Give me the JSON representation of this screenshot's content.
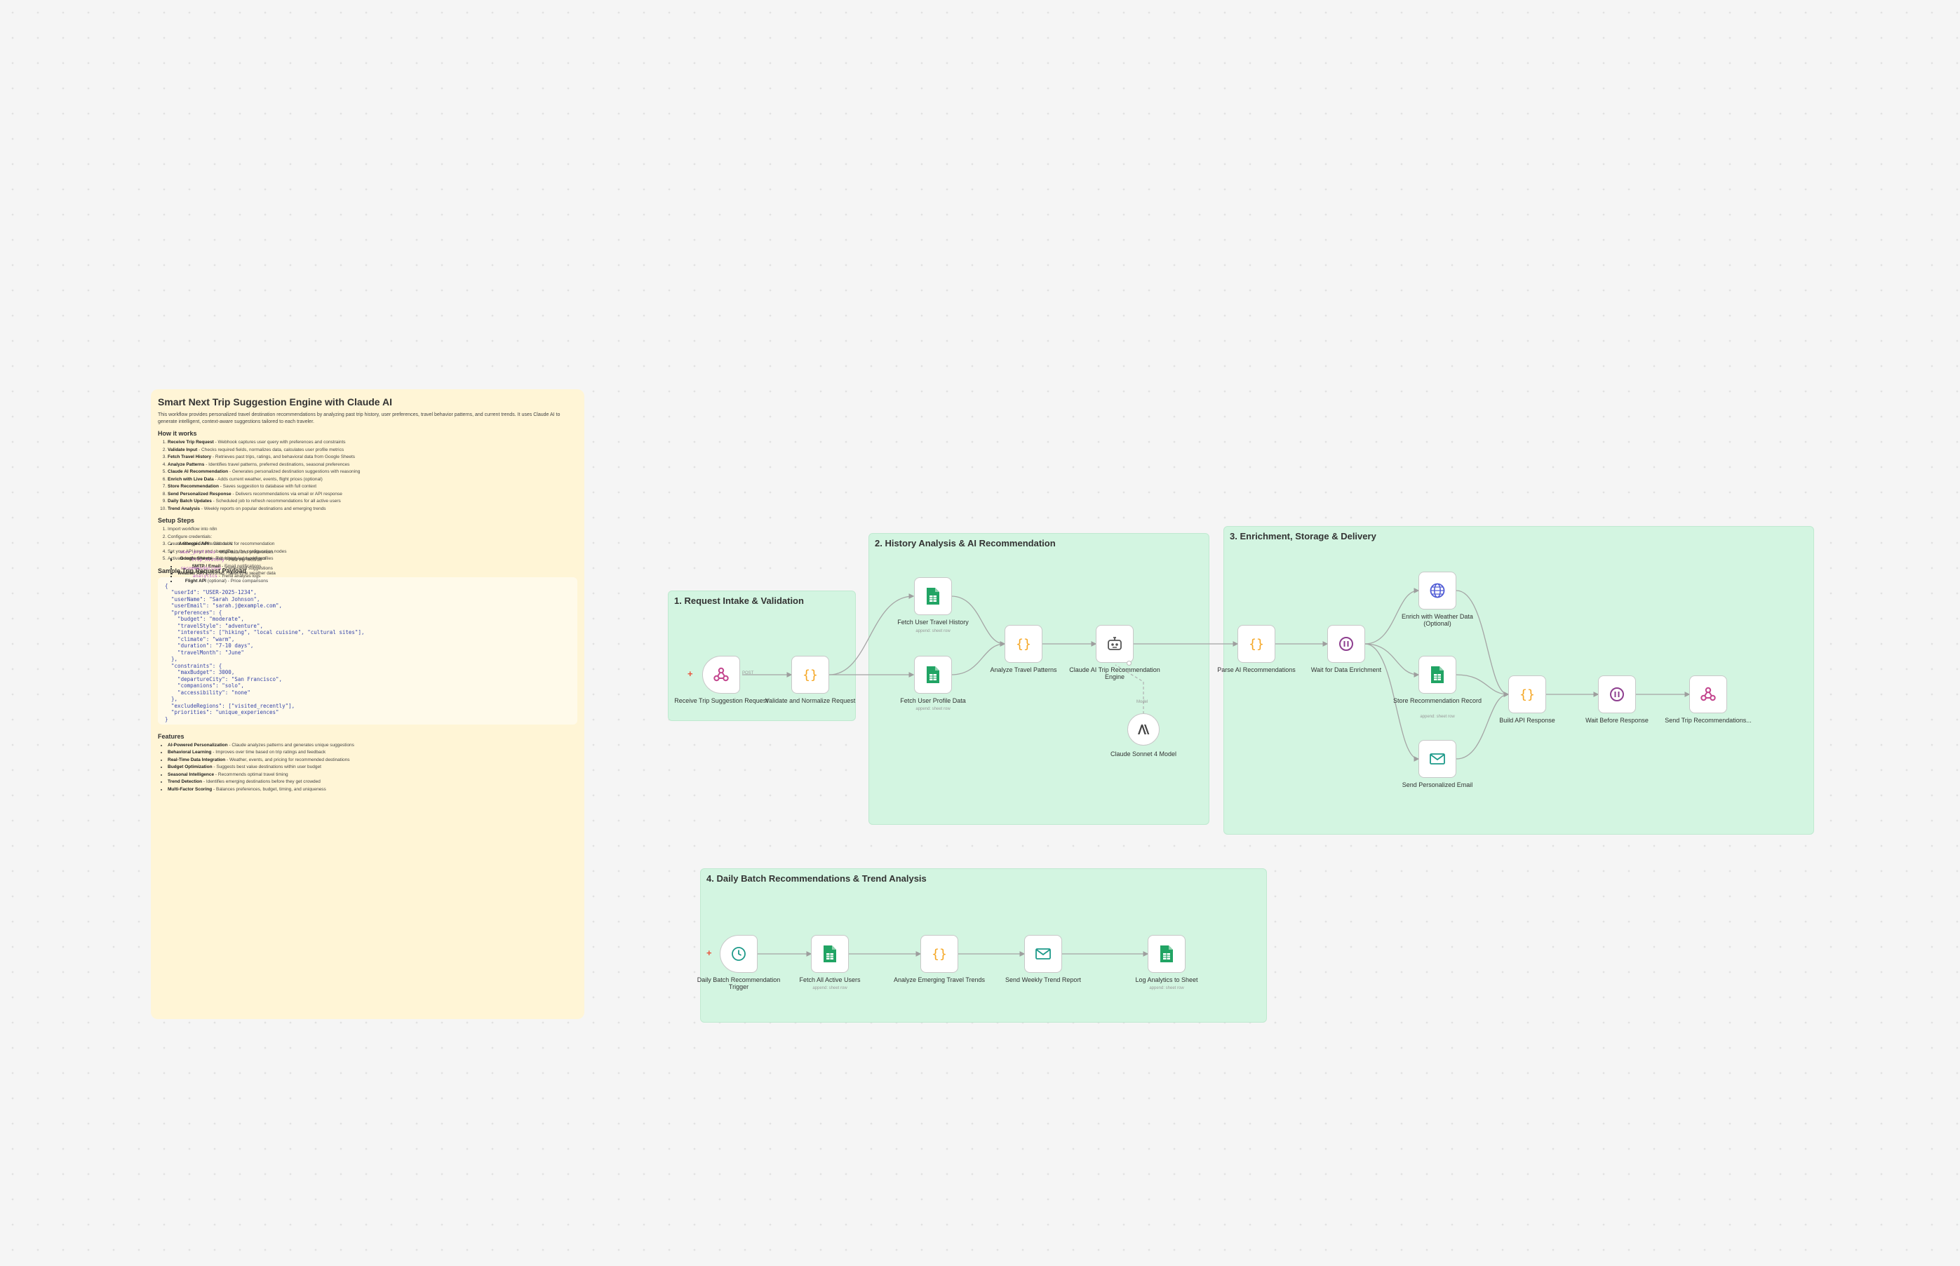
{
  "note": {
    "title": "Smart Next Trip Suggestion Engine with Claude AI",
    "intro": "This workflow provides personalized travel destination recommendations by analyzing past trip history, user preferences, travel behavior patterns, and current trends. It uses Claude AI to generate intelligent, context-aware suggestions tailored to each traveler.",
    "how_title": "How it works",
    "how_steps": [
      {
        "bold": "Receive Trip Request",
        "text": " - Webhook captures user query with preferences and constraints"
      },
      {
        "bold": "Validate Input",
        "text": " - Checks required fields, normalizes data, calculates user profile metrics"
      },
      {
        "bold": "Fetch Travel History",
        "text": " - Retrieves past trips, ratings, and behavioral data from Google Sheets"
      },
      {
        "bold": "Analyze Patterns",
        "text": " - Identifies travel patterns, preferred destinations, seasonal preferences"
      },
      {
        "bold": "Claude AI Recommendation",
        "text": " - Generates personalized destination suggestions with reasoning"
      },
      {
        "bold": "Enrich with Live Data",
        "text": " - Adds current weather, events, flight prices (optional)"
      },
      {
        "bold": "Store Recommendation",
        "text": " - Saves suggestion to database with full context"
      },
      {
        "bold": "Send Personalized Response",
        "text": " - Delivers recommendations via email or API response"
      },
      {
        "bold": "Daily Batch Updates",
        "text": " - Scheduled job to refresh recommendations for all active users"
      },
      {
        "bold": "Trend Analysis",
        "text": " - Weekly reports on popular destinations and emerging trends"
      }
    ],
    "setup_title": "Setup Steps",
    "setup_1": "Import workflow into n8n",
    "setup_2": "Configure credentials:",
    "credentials": [
      {
        "bold": "Anthropic API",
        "text": " - Claude AI for recommendation engine"
      },
      {
        "bold": "Google Sheets",
        "text": " - Trip history and user profiles"
      },
      {
        "bold": "SMTP / Email",
        "text": " - Email notifications"
      },
      {
        "bold": "Weather API",
        "text": " (optional) - Real-time weather data"
      },
      {
        "bold": "Flight API",
        "text": " (optional) - Price comparisons"
      }
    ],
    "setup_3": "Create Google Sheets with tabs:",
    "tabs": [
      {
        "code": "user_profiles",
        "text": " - User data and preferences"
      },
      {
        "code": "trip_history",
        "text": " - Past trip records"
      },
      {
        "code": "recommendations",
        "text": " - Generated suggestions"
      },
      {
        "code": "analytics",
        "text": " - Trend analysis logs"
      }
    ],
    "setup_4": "Set your API keys and sheet IDs in the configuration nodes",
    "setup_5": "Activate both webhook and scheduled workflows",
    "payload_title": "Sample Trip Request Payload",
    "payload": "{\n  \"userId\": \"USER-2025-1234\",\n  \"userName\": \"Sarah Johnson\",\n  \"userEmail\": \"sarah.j@example.com\",\n  \"preferences\": {\n    \"budget\": \"moderate\",\n    \"travelStyle\": \"adventure\",\n    \"interests\": [\"hiking\", \"local cuisine\", \"cultural sites\"],\n    \"climate\": \"warm\",\n    \"duration\": \"7-10 days\",\n    \"travelMonth\": \"June\"\n  },\n  \"constraints\": {\n    \"maxBudget\": 3000,\n    \"departureCity\": \"San Francisco\",\n    \"companions\": \"solo\",\n    \"accessibility\": \"none\"\n  },\n  \"excludeRegions\": [\"visited_recently\"],\n  \"priorities\": \"unique_experiences\"\n}",
    "features_title": "Features",
    "features": [
      {
        "bold": "AI-Powered Personalization",
        "text": " - Claude analyzes patterns and generates unique suggestions"
      },
      {
        "bold": "Behavioral Learning",
        "text": " - Improves over time based on trip ratings and feedback"
      },
      {
        "bold": "Real-Time Data Integration",
        "text": " - Weather, events, and pricing for recommended destinations"
      },
      {
        "bold": "Budget Optimization",
        "text": " - Suggests best value destinations within user budget"
      },
      {
        "bold": "Seasonal Intelligence",
        "text": " - Recommends optimal travel timing"
      },
      {
        "bold": "Trend Detection",
        "text": " - Identifies emerging destinations before they get crowded"
      },
      {
        "bold": "Multi-Factor Scoring",
        "text": " - Balances preferences, budget, timing, and uniqueness"
      }
    ]
  },
  "sections": {
    "s1": "1. Request Intake & Validation",
    "s2": "2. History Analysis & AI Recommendation",
    "s3": "3. Enrichment, Storage & Delivery",
    "s4": "4. Daily Batch Recommendations & Trend Analysis"
  },
  "nodes": {
    "n1": "Receive Trip Suggestion Request",
    "n2": "Validate and Normalize Request",
    "n3": "Fetch User Travel History",
    "n3_sub": "append: sheet row",
    "n4": "Fetch User Profile Data",
    "n4_sub": "append: sheet row",
    "n5": "Analyze Travel Patterns",
    "n6": "Claude AI Trip Recommendation Engine",
    "n7": "Claude Sonnet 4 Model",
    "n7_port": "Model",
    "n8": "Parse AI Recommendations",
    "n9": "Wait for Data Enrichment",
    "n10": "Enrich with Weather Data (Optional)",
    "n11": "Store Recommendation Record",
    "n11_sub": "append: sheet row",
    "n12": "Send Personalized Email",
    "n13": "Build API Response",
    "n14": "Wait Before Response",
    "n15": "Send Trip Recommendations...",
    "n16": "Daily Batch Recommendation Trigger",
    "n17": "Fetch All Active Users",
    "n17_sub": "append: sheet row",
    "n18": "Analyze Emerging Travel Trends",
    "n19": "Send Weekly Trend Report",
    "n20": "Log Analytics to Sheet",
    "n20_sub": "append: sheet row",
    "edge_post": "POST"
  },
  "colors": {
    "section_bg": "#d3f5e1",
    "note_bg": "#fff5d6",
    "sheets_green": "#21a464",
    "code_orange": "#f5a623",
    "webhook_pink": "#c3468e",
    "wait_purple": "#8e3f8f",
    "mail_teal": "#1d9a8a",
    "http_blue": "#4f5bd5"
  }
}
